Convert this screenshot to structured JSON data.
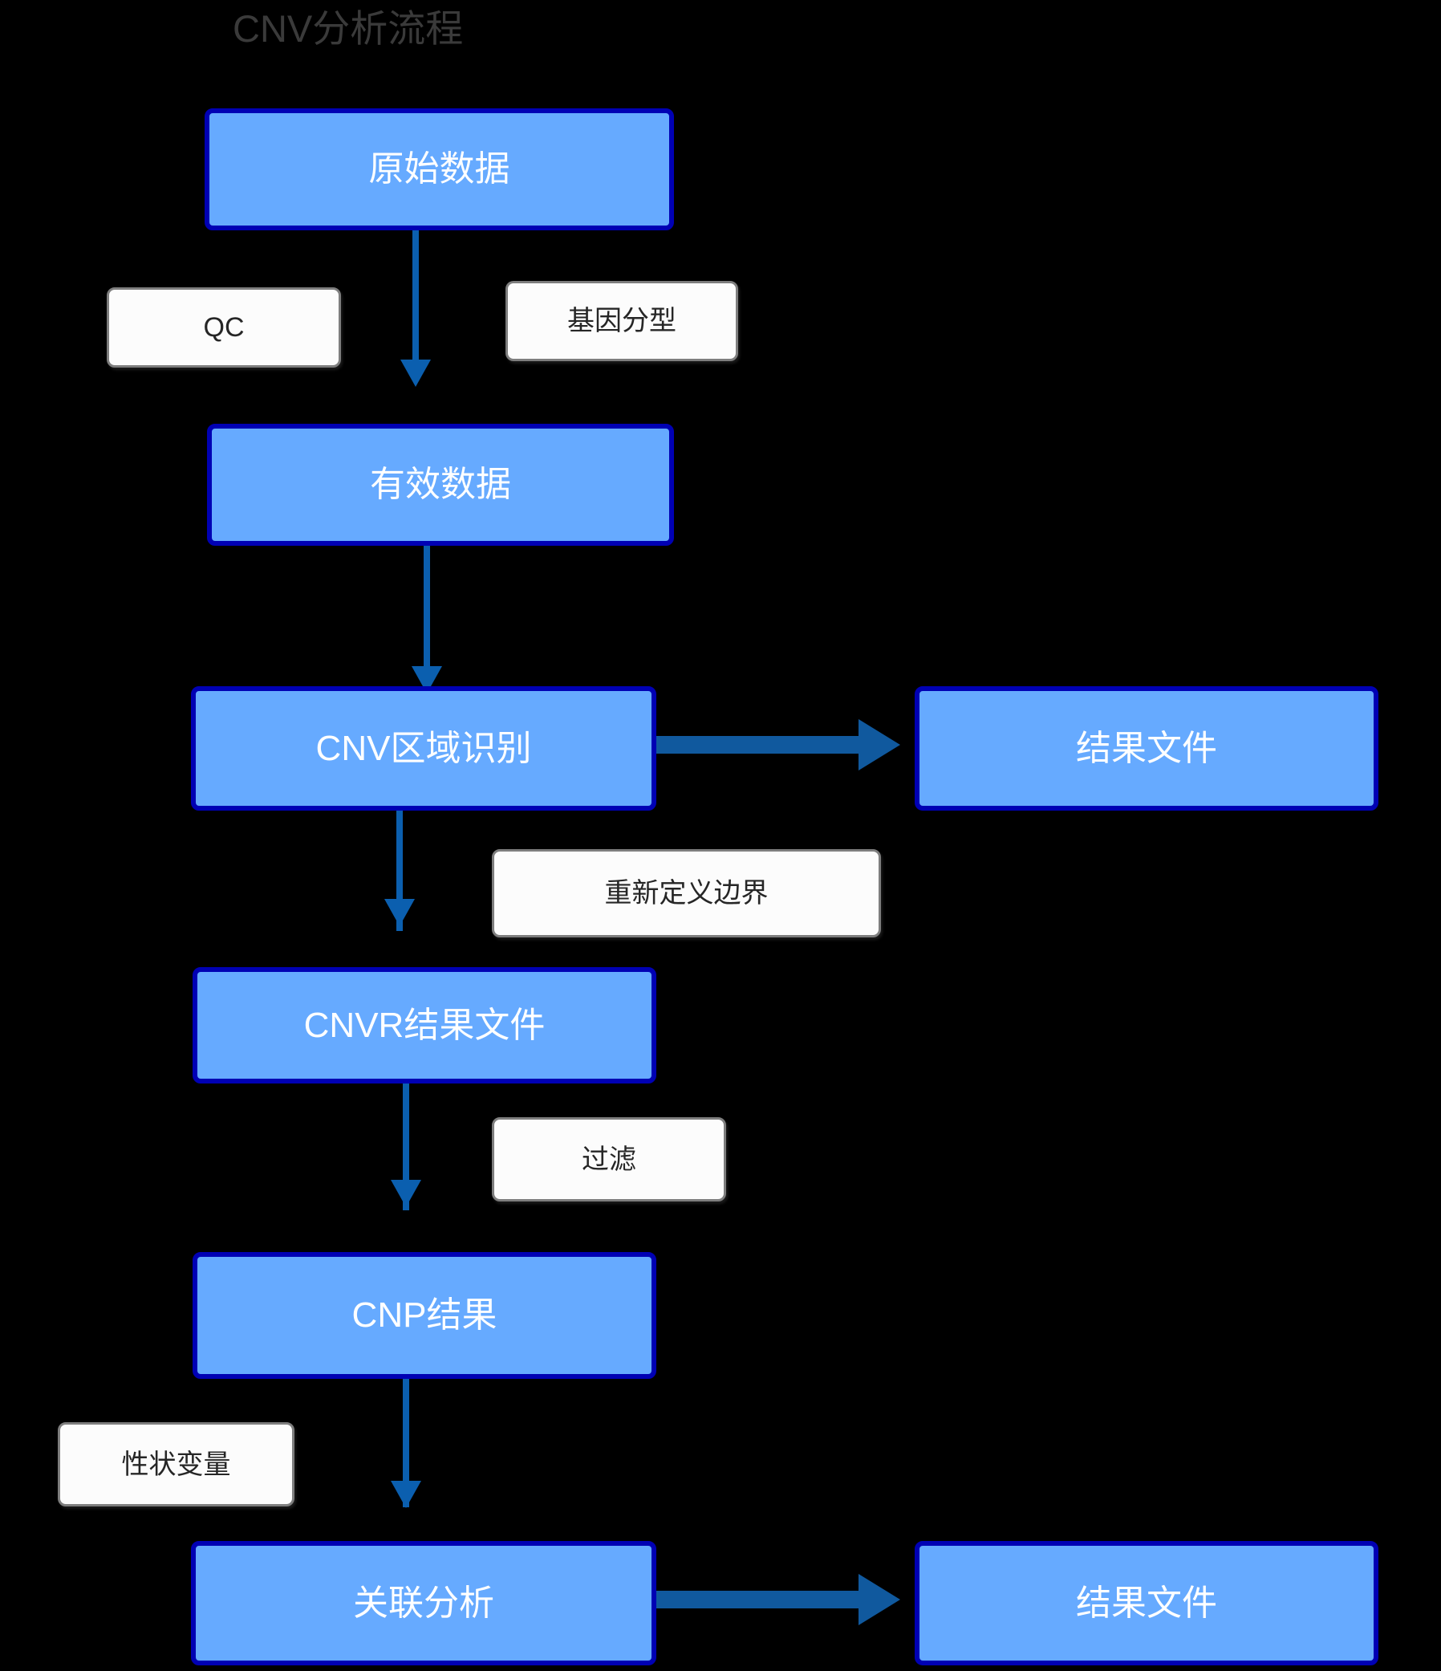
{
  "diagram": {
    "title": "CNV分析流程",
    "background_color": "#000000",
    "title_color": "#3a3a3a",
    "node_fill": "#66AAFF",
    "node_border": "#0000B4",
    "node_text_color": "#FFFFFF",
    "label_fill": "#FCFCFC",
    "label_border": "#7E7E7E",
    "label_text_color": "#262626",
    "arrow_color": "#0B5FAF"
  },
  "nodes": [
    {
      "id": "raw-data",
      "label": "原始数据"
    },
    {
      "id": "valid-data",
      "label": "有效数据"
    },
    {
      "id": "cnv-region",
      "label": "CNV区域识别"
    },
    {
      "id": "result-file-1",
      "label": "结果文件"
    },
    {
      "id": "cnvr-result",
      "label": "CNVR结果文件"
    },
    {
      "id": "cnp-result",
      "label": "CNP结果"
    },
    {
      "id": "assoc-analysis",
      "label": "关联分析"
    },
    {
      "id": "result-file-2",
      "label": "结果文件"
    }
  ],
  "edge_labels": [
    {
      "id": "qc",
      "label": "QC"
    },
    {
      "id": "genotyping",
      "label": "基因分型"
    },
    {
      "id": "redefine",
      "label": "重新定义边界"
    },
    {
      "id": "filter",
      "label": "过滤"
    },
    {
      "id": "trait-var",
      "label": "性状变量"
    }
  ]
}
